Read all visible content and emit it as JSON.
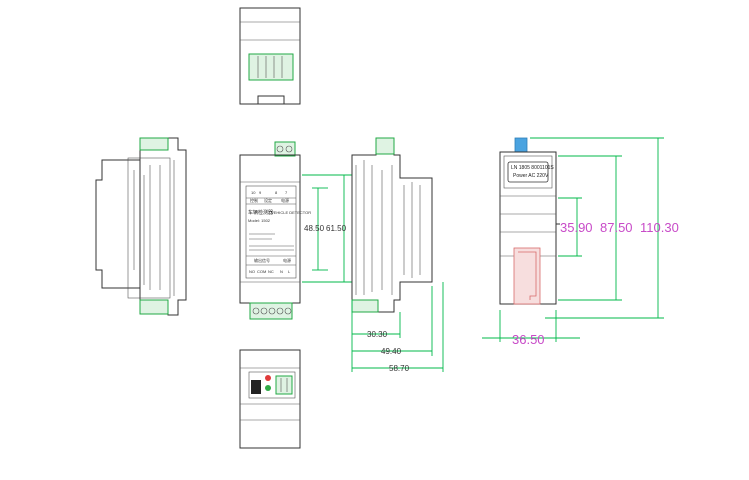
{
  "front_label": {
    "title": "车辆检测器",
    "title_en": "VEHICLE DETECTOR",
    "model": "Model: 1502",
    "top_terminals": [
      "10",
      "9",
      "8",
      "7"
    ],
    "top_terminal_group_labels": [
      "控制",
      "设定",
      "电源"
    ],
    "bottom_terminal_labels": [
      "NO",
      "COM",
      "NC",
      "N",
      "L"
    ],
    "bottom_group_labels": [
      "输出信号",
      "电源"
    ]
  },
  "rear_label": {
    "line1": "LN 1805 8001101S",
    "line2": "Power AC 220V"
  },
  "dimensions": {
    "front_height_inner": "48.50",
    "front_height_outer": "61.50",
    "side_width_1": "30.30",
    "side_width_2": "49.40",
    "side_width_3": "58.70",
    "rear_h1": "35.90",
    "rear_h2": "87.50",
    "rear_h3": "110.30",
    "rear_width": "36.50"
  }
}
